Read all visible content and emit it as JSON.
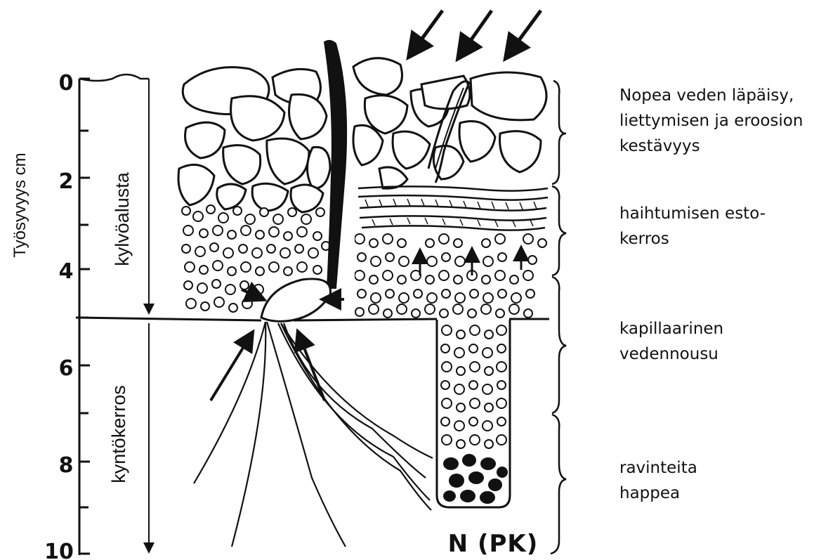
{
  "axis": {
    "title": "Työsyvyys cm",
    "ticks": [
      "0",
      "2",
      "4",
      "6",
      "8",
      "10"
    ]
  },
  "layers": {
    "seedbed": "kylvöalusta",
    "plough_layer": "kyntökerros"
  },
  "fertilizer_label": "N (PK)",
  "annotations": [
    {
      "lines": [
        "Nopea veden läpäisy,",
        "liettymisen ja eroosion",
        "kestävyys"
      ]
    },
    {
      "lines": [
        "haihtumisen esto-",
        "kerros"
      ]
    },
    {
      "lines": [
        "kapillaarinen",
        "vedennousu"
      ]
    },
    {
      "lines": [
        "ravinteita",
        "happea"
      ]
    }
  ]
}
